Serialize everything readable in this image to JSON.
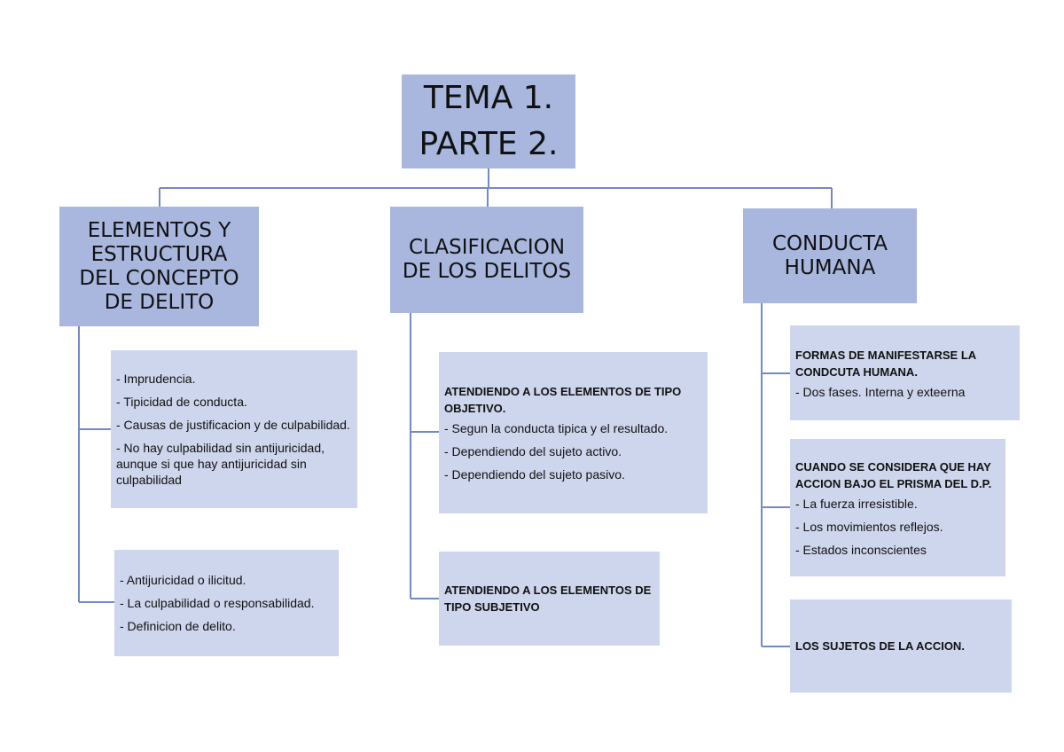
{
  "root": {
    "line1": "TEMA 1.",
    "line2": "PARTE 2."
  },
  "branches": [
    {
      "title_lines": [
        "ELEMENTOS Y",
        "ESTRUCTURA",
        "DEL CONCEPTO",
        "DE DELITO"
      ],
      "boxes": [
        {
          "title": "",
          "items": [
            "- Imprudencia.",
            "- Tipicidad de conducta.",
            "- Causas de justificacion y de culpabilidad.",
            "- No hay culpabilidad sin antijuricidad, aunque si que hay antijuricidad sin culpabilidad"
          ]
        },
        {
          "title": "",
          "items": [
            "- Antijuricidad o ilicitud.",
            "- La culpabilidad o responsabilidad.",
            "- Definicion de delito."
          ]
        }
      ]
    },
    {
      "title_lines": [
        "CLASIFICACION",
        "DE LOS DELITOS"
      ],
      "boxes": [
        {
          "title": "ATENDIENDO A LOS ELEMENTOS DE TIPO OBJETIVO.",
          "items": [
            "- Segun la conducta tipica y el resultado.",
            "- Dependiendo del sujeto activo.",
            "- Dependiendo del sujeto pasivo."
          ]
        },
        {
          "title": "ATENDIENDO A LOS ELEMENTOS DE TIPO SUBJETIVO",
          "items": []
        }
      ]
    },
    {
      "title_lines": [
        "CONDUCTA",
        "HUMANA"
      ],
      "boxes": [
        {
          "title": "FORMAS DE MANIFESTARSE LA CONDCUTA HUMANA.",
          "items": [
            "- Dos fases. Interna y exteerna"
          ]
        },
        {
          "title": "CUANDO SE CONSIDERA QUE HAY ACCION BAJO EL PRISMA DEL D.P.",
          "items": [
            "- La fuerza irresistible.",
            "- Los movimientos reflejos.",
            "- Estados inconscientes"
          ]
        },
        {
          "title": "LOS SUJETOS DE LA ACCION.",
          "items": []
        }
      ]
    }
  ],
  "colors": {
    "node_fill": "#a9b7df",
    "leaf_fill": "#ced6ed",
    "connector": "#7389c6"
  }
}
